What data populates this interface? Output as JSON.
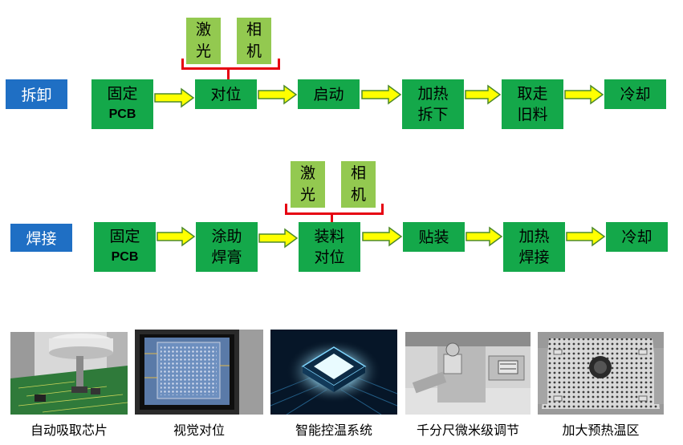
{
  "rows": {
    "remove": {
      "label": "拆卸",
      "steps": [
        {
          "l1": "固定",
          "l2": "PCB"
        },
        {
          "l1": "对位",
          "l2": ""
        },
        {
          "l1": "启动",
          "l2": ""
        },
        {
          "l1": "加热",
          "l2": "拆下"
        },
        {
          "l1": "取走",
          "l2": "旧料"
        },
        {
          "l1": "冷却",
          "l2": ""
        }
      ],
      "laser": {
        "l1": "激",
        "l2": "光"
      },
      "camera": {
        "l1": "相",
        "l2": "机"
      }
    },
    "weld": {
      "label": "焊接",
      "steps": [
        {
          "l1": "固定",
          "l2": "PCB"
        },
        {
          "l1": "涂助",
          "l2": "焊膏"
        },
        {
          "l1": "装料",
          "l2": "对位"
        },
        {
          "l1": "贴装",
          "l2": ""
        },
        {
          "l1": "加热",
          "l2": "焊接"
        },
        {
          "l1": "冷却",
          "l2": ""
        }
      ],
      "laser": {
        "l1": "激",
        "l2": "光"
      },
      "camera": {
        "l1": "相",
        "l2": "机"
      }
    }
  },
  "captions": [
    "自动吸取芯片",
    "视觉对位",
    "智能控温系统",
    "千分尺微米级调节",
    "加大预热温区"
  ],
  "colors": {
    "label_bg": "#1f6fc4",
    "step_bg": "#14a84a",
    "camera_bg": "#93c950",
    "bracket": "#e60012",
    "arrow_fill": "#ffff00"
  }
}
